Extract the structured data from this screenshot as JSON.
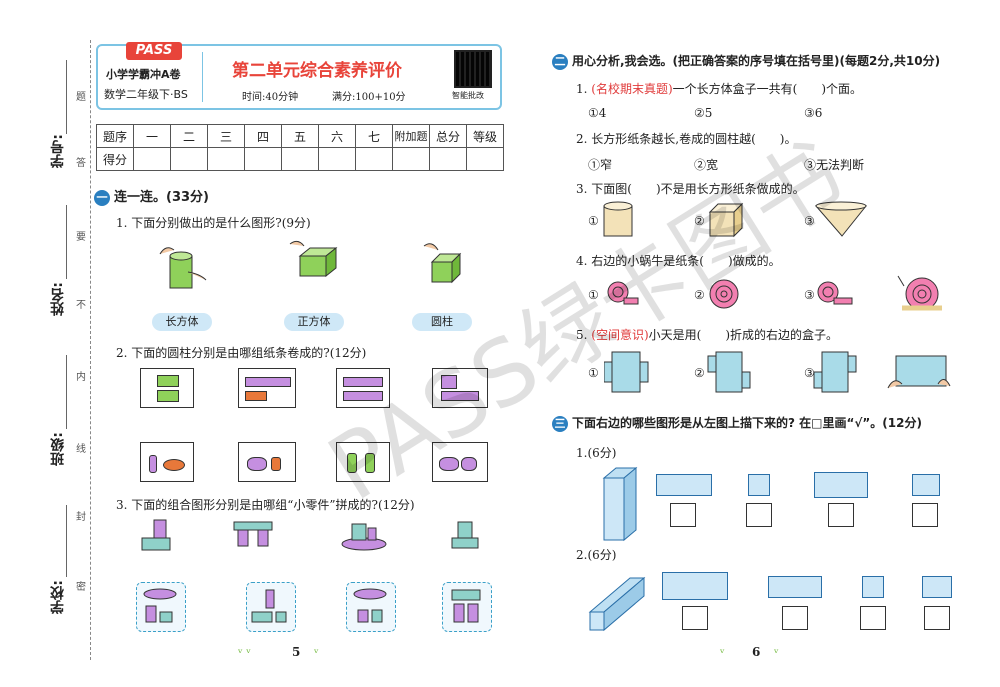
{
  "margin": {
    "student_no": "学号:",
    "name": "姓名:",
    "class": "班级:",
    "school": "学校:",
    "seal_chars": [
      "题",
      "答",
      "要",
      "不",
      "内",
      "线",
      "封",
      "密"
    ]
  },
  "header": {
    "logo": "PASS",
    "series": "小学学霸冲A卷",
    "grade": "数学二年级下·BS",
    "title": "第二单元综合素养评价",
    "time": "时间:40分钟",
    "score": "满分:100+10分",
    "qr_caption": "智能批改"
  },
  "score_table": {
    "row1": [
      "题序",
      "一",
      "二",
      "三",
      "四",
      "五",
      "六",
      "七",
      "附加题",
      "总分",
      "等级"
    ],
    "row2_label": "得分"
  },
  "section1": {
    "badge": "一",
    "title": "连一连。(33分)",
    "q1": "1. 下面分别做出的是什么图形?(9分)",
    "q1_labels": [
      "长方体",
      "正方体",
      "圆柱"
    ],
    "q2": "2. 下面的圆柱分别是由哪组纸条卷成的?(12分)",
    "q3": "3. 下面的组合图形分别是由哪组“小零件”拼成的?(12分)"
  },
  "page_left": "5",
  "section2": {
    "badge": "二",
    "title": "用心分析,我会选。(把正确答案的序号填在括号里)(每题2分,共10分)",
    "q1_tag": "(名校期末真题)",
    "q1_text": "一个长方体盒子一共有(　　)个面。",
    "q1_opts": [
      "①4",
      "②5",
      "③6"
    ],
    "q2": "2. 长方形纸条越长,卷成的圆柱越(　　)。",
    "q2_opts": [
      "①窄",
      "②宽",
      "③无法判断"
    ],
    "q3": "3. 下面图(　　)不是用长方形纸条做成的。",
    "q3_opts": [
      "①",
      "②",
      "③"
    ],
    "q4": "4. 右边的小蜗牛是纸条(　　)做成的。",
    "q4_opts": [
      "①",
      "②",
      "③"
    ],
    "q5_tag": "(空间意识)",
    "q5_text": "小天是用(　　)折成的右边的盒子。",
    "q5_opts": [
      "①",
      "②",
      "③"
    ]
  },
  "section3": {
    "badge": "三",
    "title": "下面右边的哪些图形是从左图上描下来的? 在□里画“√”。(12分)",
    "p1": "1.(6分)",
    "p2": "2.(6分)"
  },
  "page_right": "6",
  "watermark": "PASS绿卡图书",
  "colors": {
    "accent": "#2a7fc0",
    "red": "#e03b3b",
    "header_border": "#7cc4e4"
  }
}
